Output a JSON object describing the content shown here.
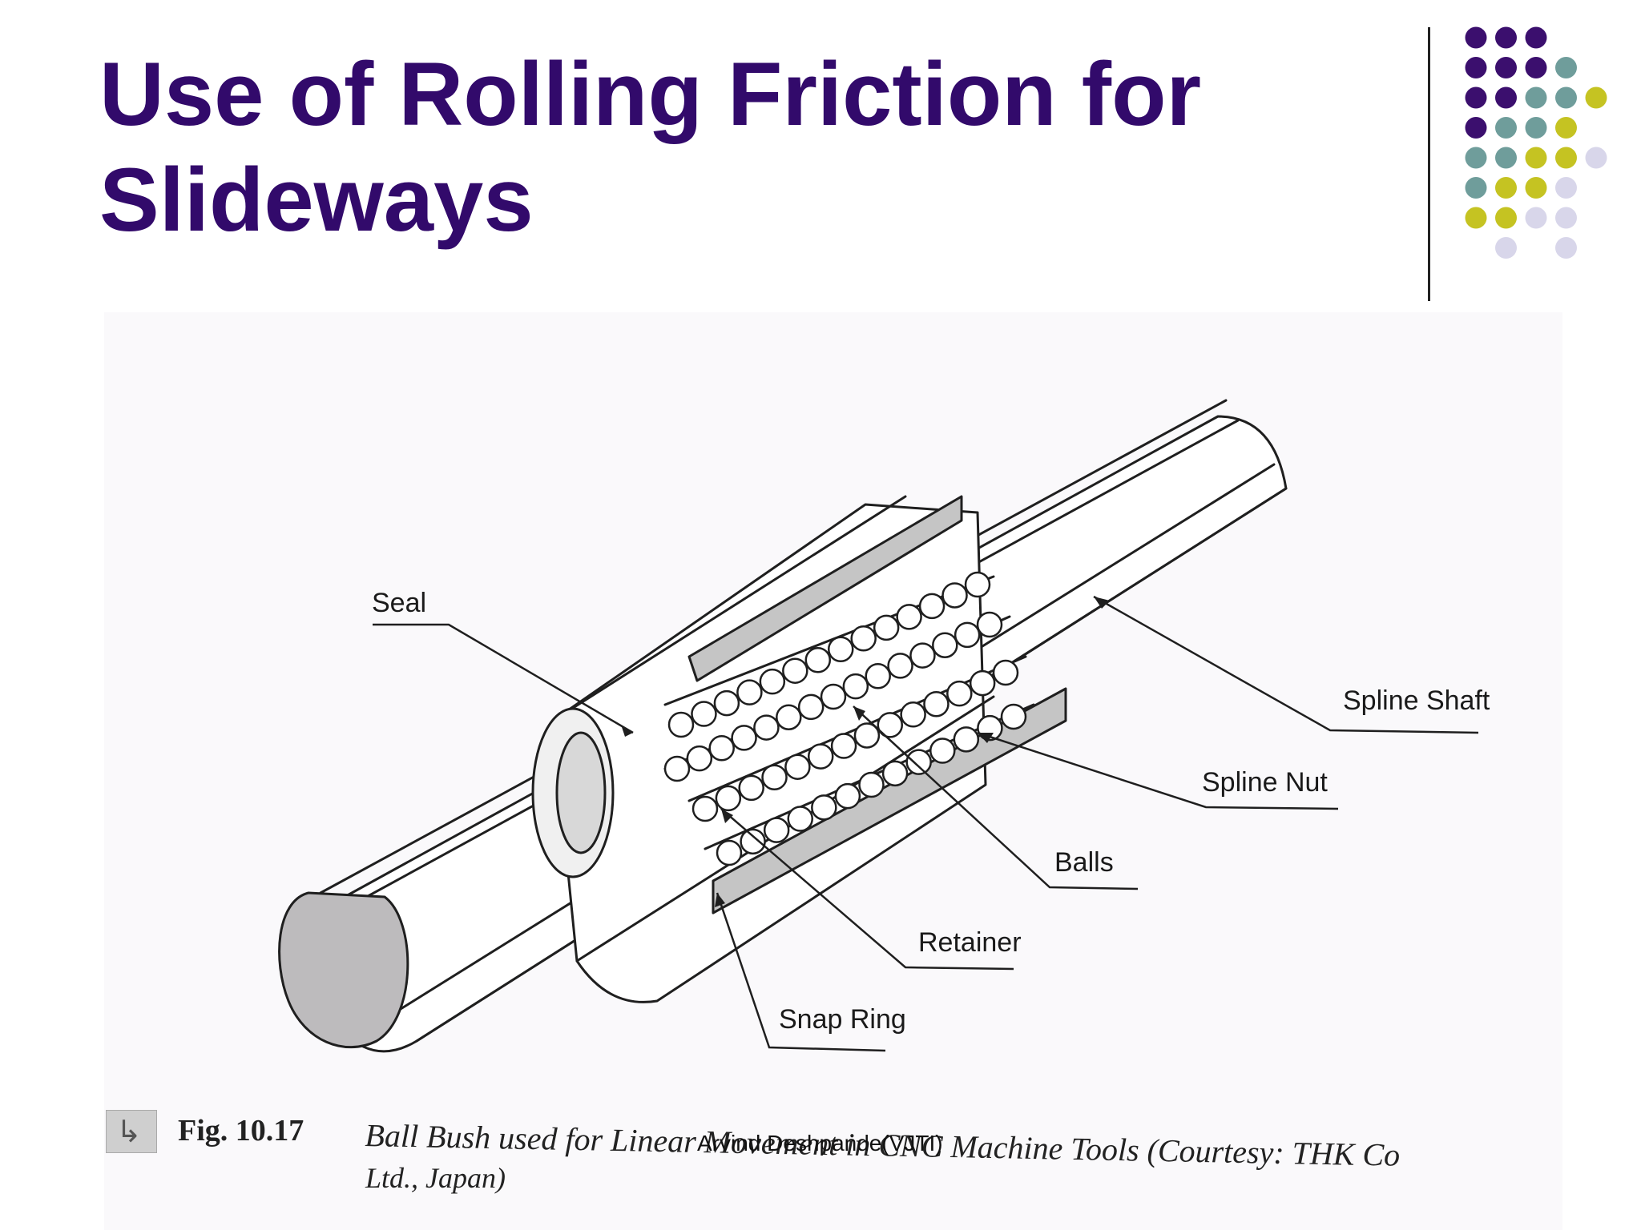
{
  "slide": {
    "title_line1": "Use of Rolling Friction for",
    "title_line2": "Slideways",
    "footer": "Arvind Deshpande(VJTI)"
  },
  "theme": {
    "title_color": "#320a6b",
    "dot_colors": {
      "purple": "#3b0f6e",
      "teal": "#6f9d9b",
      "olive": "#c5c322",
      "lavender": "#d8d6ea"
    },
    "dot_grid": [
      [
        "purple",
        "purple",
        "purple",
        null,
        null
      ],
      [
        "purple",
        "purple",
        "purple",
        "teal",
        null
      ],
      [
        "purple",
        "purple",
        "teal",
        "teal",
        "olive"
      ],
      [
        "purple",
        "teal",
        "teal",
        "olive",
        null
      ],
      [
        "teal",
        "teal",
        "olive",
        "olive",
        "lavender"
      ],
      [
        "teal",
        "olive",
        "olive",
        "lavender",
        null
      ],
      [
        "olive",
        "olive",
        "lavender",
        "lavender",
        null
      ],
      [
        null,
        "lavender",
        null,
        "lavender",
        null
      ]
    ]
  },
  "figure": {
    "labels": {
      "seal": "Seal",
      "spline_shaft": "Spline Shaft",
      "spline_nut": "Spline Nut",
      "balls": "Balls",
      "retainer": "Retainer",
      "snap_ring": "Snap Ring"
    },
    "caption": {
      "fig_number": "Fig. 10.17",
      "text_line1": "Ball Bush used for Linear Movement in CNC Machine Tools (Courtesy: THK Co",
      "text_line2": "Ltd., Japan)"
    }
  }
}
